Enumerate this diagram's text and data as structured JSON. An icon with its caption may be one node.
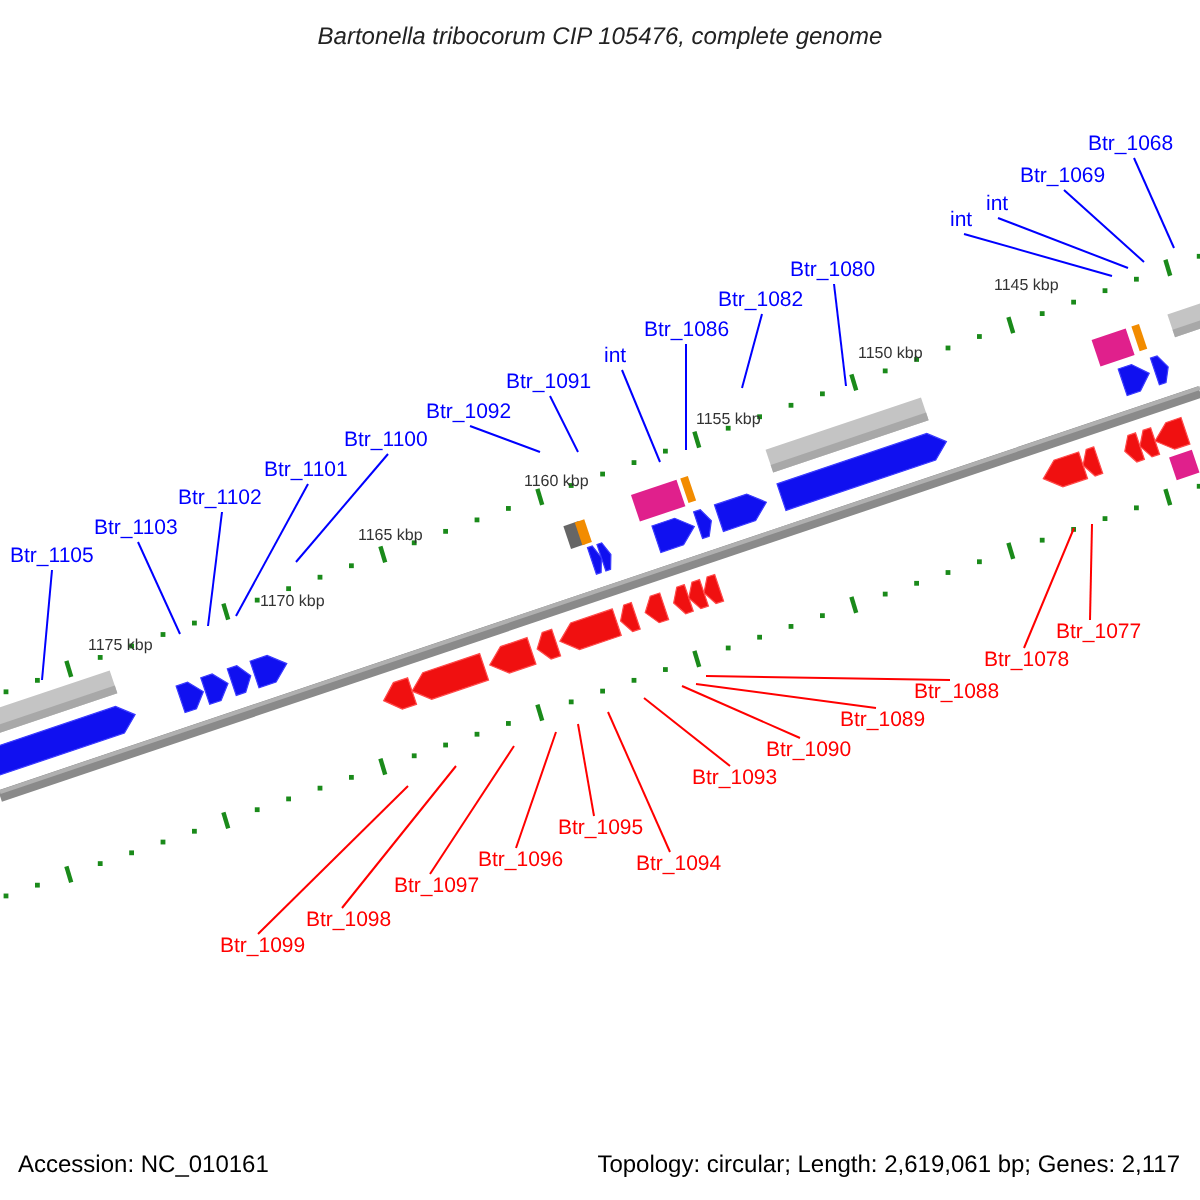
{
  "diagram": {
    "title": "Bartonella tribocorum CIP 105476, complete genome",
    "nodes": [
      {
        "text": [
          "Btr_1068"
        ]
      },
      {
        "text": [
          "Btr_1069"
        ]
      },
      {
        "text": [
          "int"
        ]
      },
      {
        "text": [
          "int"
        ]
      },
      {
        "text": [
          "Btr_1080"
        ]
      },
      {
        "text": [
          "Btr_1082"
        ]
      },
      {
        "text": [
          "Btr_1086"
        ]
      },
      {
        "text": [
          "int"
        ]
      },
      {
        "text": [
          "Btr_1091"
        ]
      },
      {
        "text": [
          "Btr_1092"
        ]
      },
      {
        "text": [
          "Btr_1100"
        ]
      },
      {
        "text": [
          "Btr_1101"
        ]
      },
      {
        "text": [
          "Btr_1102"
        ]
      },
      {
        "text": [
          "Btr_1103"
        ]
      },
      {
        "text": [
          "Btr_1105"
        ]
      },
      {
        "text": [
          "Btr_1077"
        ]
      },
      {
        "text": [
          "Btr_1078"
        ]
      },
      {
        "text": [
          "Btr_1088"
        ]
      },
      {
        "text": [
          "Btr_1089"
        ]
      },
      {
        "text": [
          "Btr_1090"
        ]
      },
      {
        "text": [
          "Btr_1093"
        ]
      },
      {
        "text": [
          "Btr_1094"
        ]
      },
      {
        "text": [
          "Btr_1095"
        ]
      },
      {
        "text": [
          "Btr_1096"
        ]
      },
      {
        "text": [
          "Btr_1097"
        ]
      },
      {
        "text": [
          "Btr_1098"
        ]
      },
      {
        "text": [
          "Btr_1099"
        ]
      }
    ],
    "edges": [
      {
        "from": 0,
        "to": null,
        "arrow": "none"
      },
      {
        "from": 1,
        "to": null,
        "arrow": "none"
      },
      {
        "from": 2,
        "to": null,
        "arrow": "none"
      },
      {
        "from": 3,
        "to": null,
        "arrow": "none"
      },
      {
        "from": 4,
        "to": null,
        "arrow": "none"
      },
      {
        "from": 5,
        "to": null,
        "arrow": "none"
      },
      {
        "from": 6,
        "to": null,
        "arrow": "none"
      },
      {
        "from": 7,
        "to": null,
        "arrow": "none"
      },
      {
        "from": 8,
        "to": null,
        "arrow": "none"
      },
      {
        "from": 9,
        "to": null,
        "arrow": "none"
      },
      {
        "from": 10,
        "to": null,
        "arrow": "none"
      },
      {
        "from": 11,
        "to": null,
        "arrow": "none"
      },
      {
        "from": 12,
        "to": null,
        "arrow": "none"
      },
      {
        "from": 13,
        "to": null,
        "arrow": "none"
      },
      {
        "from": 14,
        "to": null,
        "arrow": "none"
      },
      {
        "from": 15,
        "to": null,
        "arrow": "none",
        "color": "#ff0000"
      },
      {
        "from": 16,
        "to": null,
        "arrow": "none",
        "color": "#ff0000"
      },
      {
        "from": 17,
        "to": null,
        "arrow": "none",
        "color": "#ff0000"
      },
      {
        "from": 18,
        "to": null,
        "arrow": "none",
        "color": "#ff0000"
      },
      {
        "from": 19,
        "to": null,
        "arrow": "none",
        "color": "#ff0000"
      },
      {
        "from": 20,
        "to": null,
        "arrow": "none",
        "color": "#ff0000"
      },
      {
        "from": 21,
        "to": null,
        "arrow": "none",
        "color": "#ff0000"
      },
      {
        "from": 22,
        "to": null,
        "arrow": "none",
        "color": "#ff0000"
      },
      {
        "from": 23,
        "to": null,
        "arrow": "none",
        "color": "#ff0000"
      },
      {
        "from": 24,
        "to": null,
        "arrow": "none",
        "color": "#ff0000"
      },
      {
        "from": 25,
        "to": null,
        "arrow": "none",
        "color": "#ff0000"
      },
      {
        "from": 26,
        "to": null,
        "arrow": "none",
        "color": "#ff0000"
      }
    ],
    "labels": [
      "1145 kbp",
      "1150 kbp",
      "1155 kbp",
      "1160 kbp",
      "1165 kbp",
      "1170 kbp",
      "1175 kbp",
      "Accession: NC_010161",
      "Topology: circular; Length: 2,619,061 bp; Genes: 2,117"
    ]
  }
}
